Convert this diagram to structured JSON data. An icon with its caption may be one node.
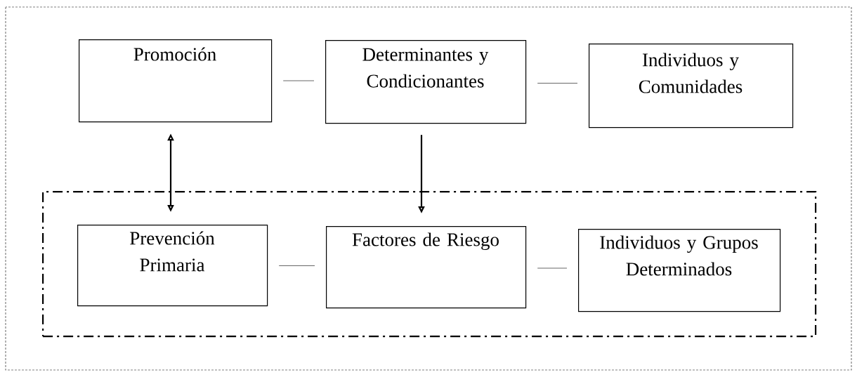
{
  "diagram": {
    "nodes": [
      {
        "text": [
          "Promoción"
        ]
      },
      {
        "text": [
          "Determinantes y Condicionantes"
        ]
      },
      {
        "text": [
          "Individuos y Comunidades"
        ]
      },
      {
        "text": [],
        "shape": "box"
      },
      {
        "text": [
          "Prevención Primaria"
        ],
        "in": 3
      },
      {
        "text": [
          "Factores de Riesgo"
        ],
        "in": 3
      },
      {
        "text": [
          "Individuos y Grupos Determinados"
        ],
        "in": 3
      }
    ],
    "edges": [
      {
        "from": 0,
        "to": 1,
        "arrow": "none"
      },
      {
        "from": 1,
        "to": 2,
        "arrow": "none"
      },
      {
        "from": 0,
        "to": 4,
        "arrow": "both"
      },
      {
        "from": 1,
        "to": 5,
        "arrow": "to"
      },
      {
        "from": 4,
        "to": 5,
        "arrow": "none"
      },
      {
        "from": 5,
        "to": 6,
        "arrow": "none"
      }
    ]
  }
}
